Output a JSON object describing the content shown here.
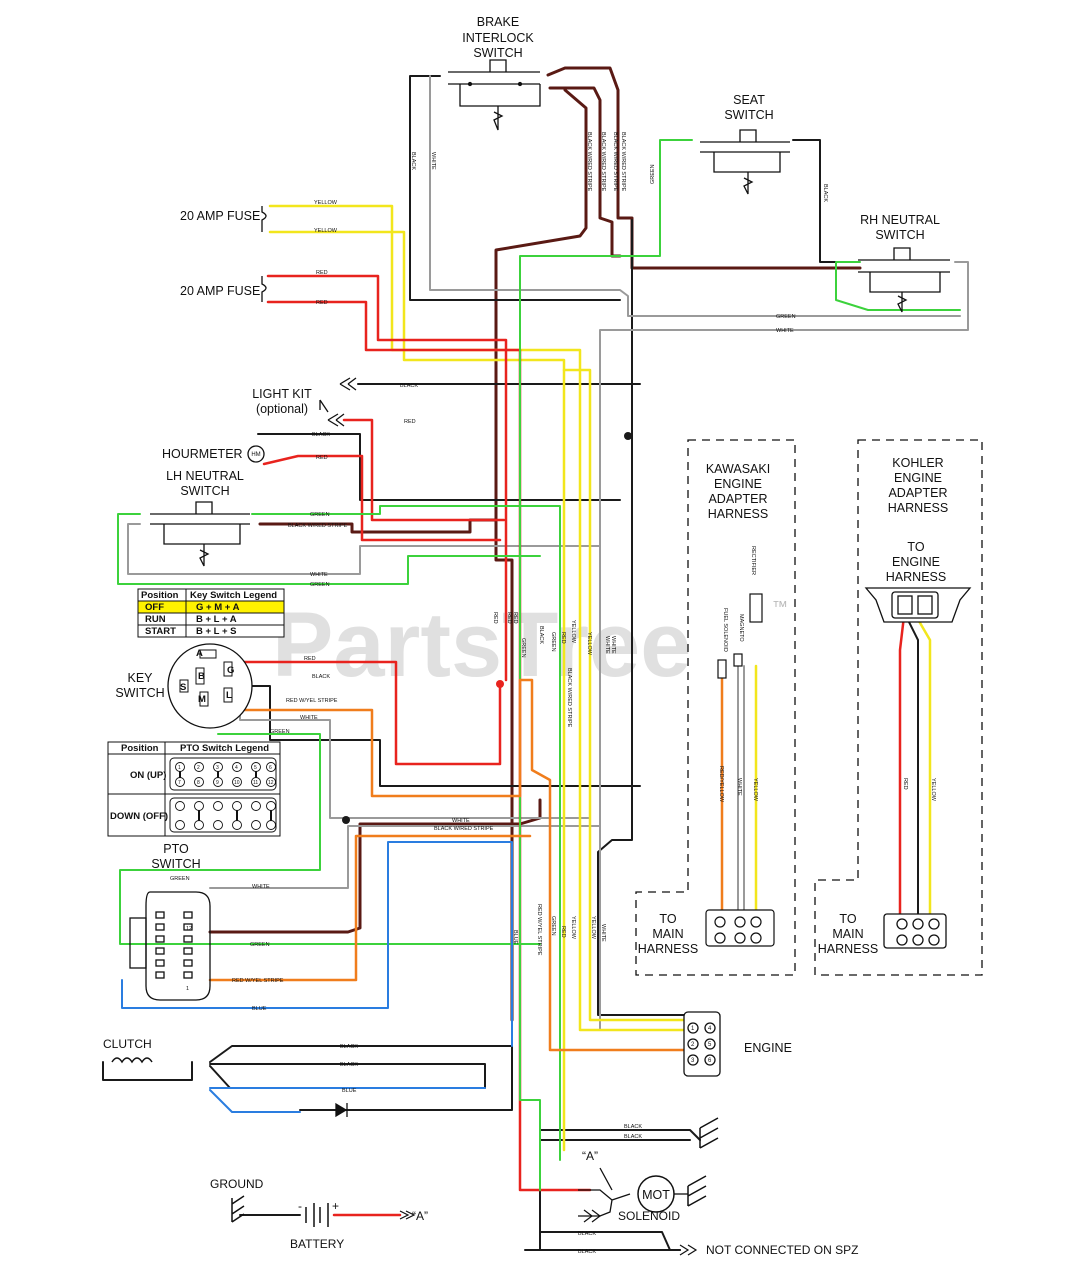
{
  "labels": {
    "brake_switch": [
      "BRAKE",
      "INTERLOCK",
      "SWITCH"
    ],
    "seat_switch": [
      "SEAT",
      "SWITCH"
    ],
    "rh_neutral": [
      "RH NEUTRAL",
      "SWITCH"
    ],
    "fuse1": "20 AMP FUSE",
    "fuse2": "20 AMP FUSE",
    "light_kit": [
      "LIGHT KIT",
      "(optional)"
    ],
    "hourmeter": "HOURMETER",
    "hourmeter_symbol": "HM",
    "lh_neutral": [
      "LH NEUTRAL",
      "SWITCH"
    ],
    "key_switch": [
      "KEY",
      "SWITCH"
    ],
    "pto_switch": [
      "PTO",
      "SWITCH"
    ],
    "clutch": "CLUTCH",
    "ground": "GROUND",
    "battery": "BATTERY",
    "battery_minus": "-",
    "battery_plus": "+",
    "engine": "ENGINE",
    "solenoid": "SOLENOID",
    "motor": "MOT",
    "a_ref": "“A”",
    "a_ref2": "“A”",
    "not_connected": "NOT CONNECTED ON SPZ",
    "kawasaki": [
      "KAWASAKI",
      "ENGINE",
      "ADAPTER",
      "HARNESS"
    ],
    "kohler": [
      "KOHLER",
      "ENGINE",
      "ADAPTER",
      "HARNESS"
    ],
    "to_engine": [
      "TO",
      "ENGINE",
      "HARNESS"
    ],
    "to_main_1": [
      "TO",
      "MAIN",
      "HARNESS"
    ],
    "to_main_2": [
      "TO",
      "MAIN",
      "HARNESS"
    ],
    "watermark": "PartsTree",
    "trademark": "™",
    "key_terminals": [
      "A",
      "G",
      "B",
      "S",
      "M",
      "L"
    ],
    "pto_pins": [
      "1",
      "2",
      "3",
      "4",
      "5",
      "6",
      "7",
      "8",
      "9",
      "10",
      "11",
      "12"
    ],
    "connector_pins": [
      "1",
      "2",
      "3",
      "4",
      "5",
      "6"
    ],
    "pto_connector_pins": [
      "12",
      "1"
    ]
  },
  "key_legend": {
    "headers": [
      "Position",
      "Key Switch Legend"
    ],
    "rows": [
      {
        "position": "OFF",
        "value": "G + M + A"
      },
      {
        "position": "RUN",
        "value": "B + L + A"
      },
      {
        "position": "START",
        "value": "B + L + S"
      }
    ]
  },
  "pto_legend": {
    "headers": [
      "Position",
      "PTO Switch Legend"
    ],
    "rows": [
      "ON (UP)",
      "DOWN (OFF)"
    ]
  },
  "wire_labels": {
    "yellow": "YELLOW",
    "red": "RED",
    "black": "BLACK",
    "white": "WHITE",
    "green": "GREEN",
    "blue": "BLUE",
    "black_stripe": "BLACK W/RED STRIPE",
    "red_yel": "RED W/YEL STRIPE",
    "red_yellow": "RED/YELLOW",
    "fuel_solenoid": "FUEL SOLENOID",
    "magneto": "MAGNETO",
    "rectifier": "RECTIFIER"
  },
  "colors": {
    "black": "#1a1a1a",
    "maroon": "#5a1a14",
    "red": "#e8231e",
    "yellow": "#f2e61c",
    "green": "#3cd23c",
    "white_wire": "#9a9a9a",
    "orange": "#f07d1c",
    "blue": "#2a7de0",
    "highlight": "#fff200"
  }
}
